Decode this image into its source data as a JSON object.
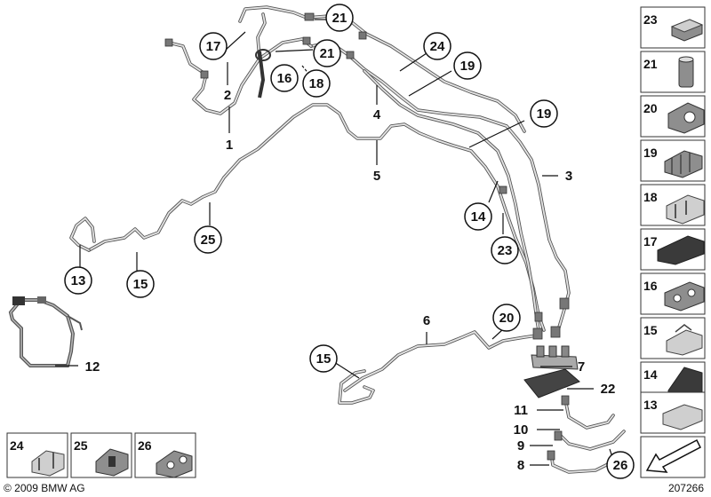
{
  "diagram": {
    "copyright": "© 2009 BMW AG",
    "drawing_number": "207266"
  },
  "callouts": {
    "c21a": "21",
    "c17": "17",
    "c21b": "21",
    "c24": "24",
    "c19a": "19",
    "c16": "16",
    "c18": "18",
    "c19b": "19",
    "c14": "14",
    "c23": "23",
    "c25": "25",
    "c13": "13",
    "c15a": "15",
    "c20": "20",
    "c15b": "15",
    "c26": "26"
  },
  "labels": {
    "l2": "2",
    "l1": "1",
    "l4": "4",
    "l5": "5",
    "l3": "3",
    "l6": "6",
    "l7": "7",
    "l22": "22",
    "l12": "12",
    "l11": "11",
    "l10": "10",
    "l9": "9",
    "l8": "8"
  },
  "side_panel": [
    "23",
    "21",
    "20",
    "19",
    "18",
    "17",
    "16",
    "15",
    "14",
    "13"
  ],
  "bottom_panel": [
    "24",
    "25",
    "26"
  ]
}
